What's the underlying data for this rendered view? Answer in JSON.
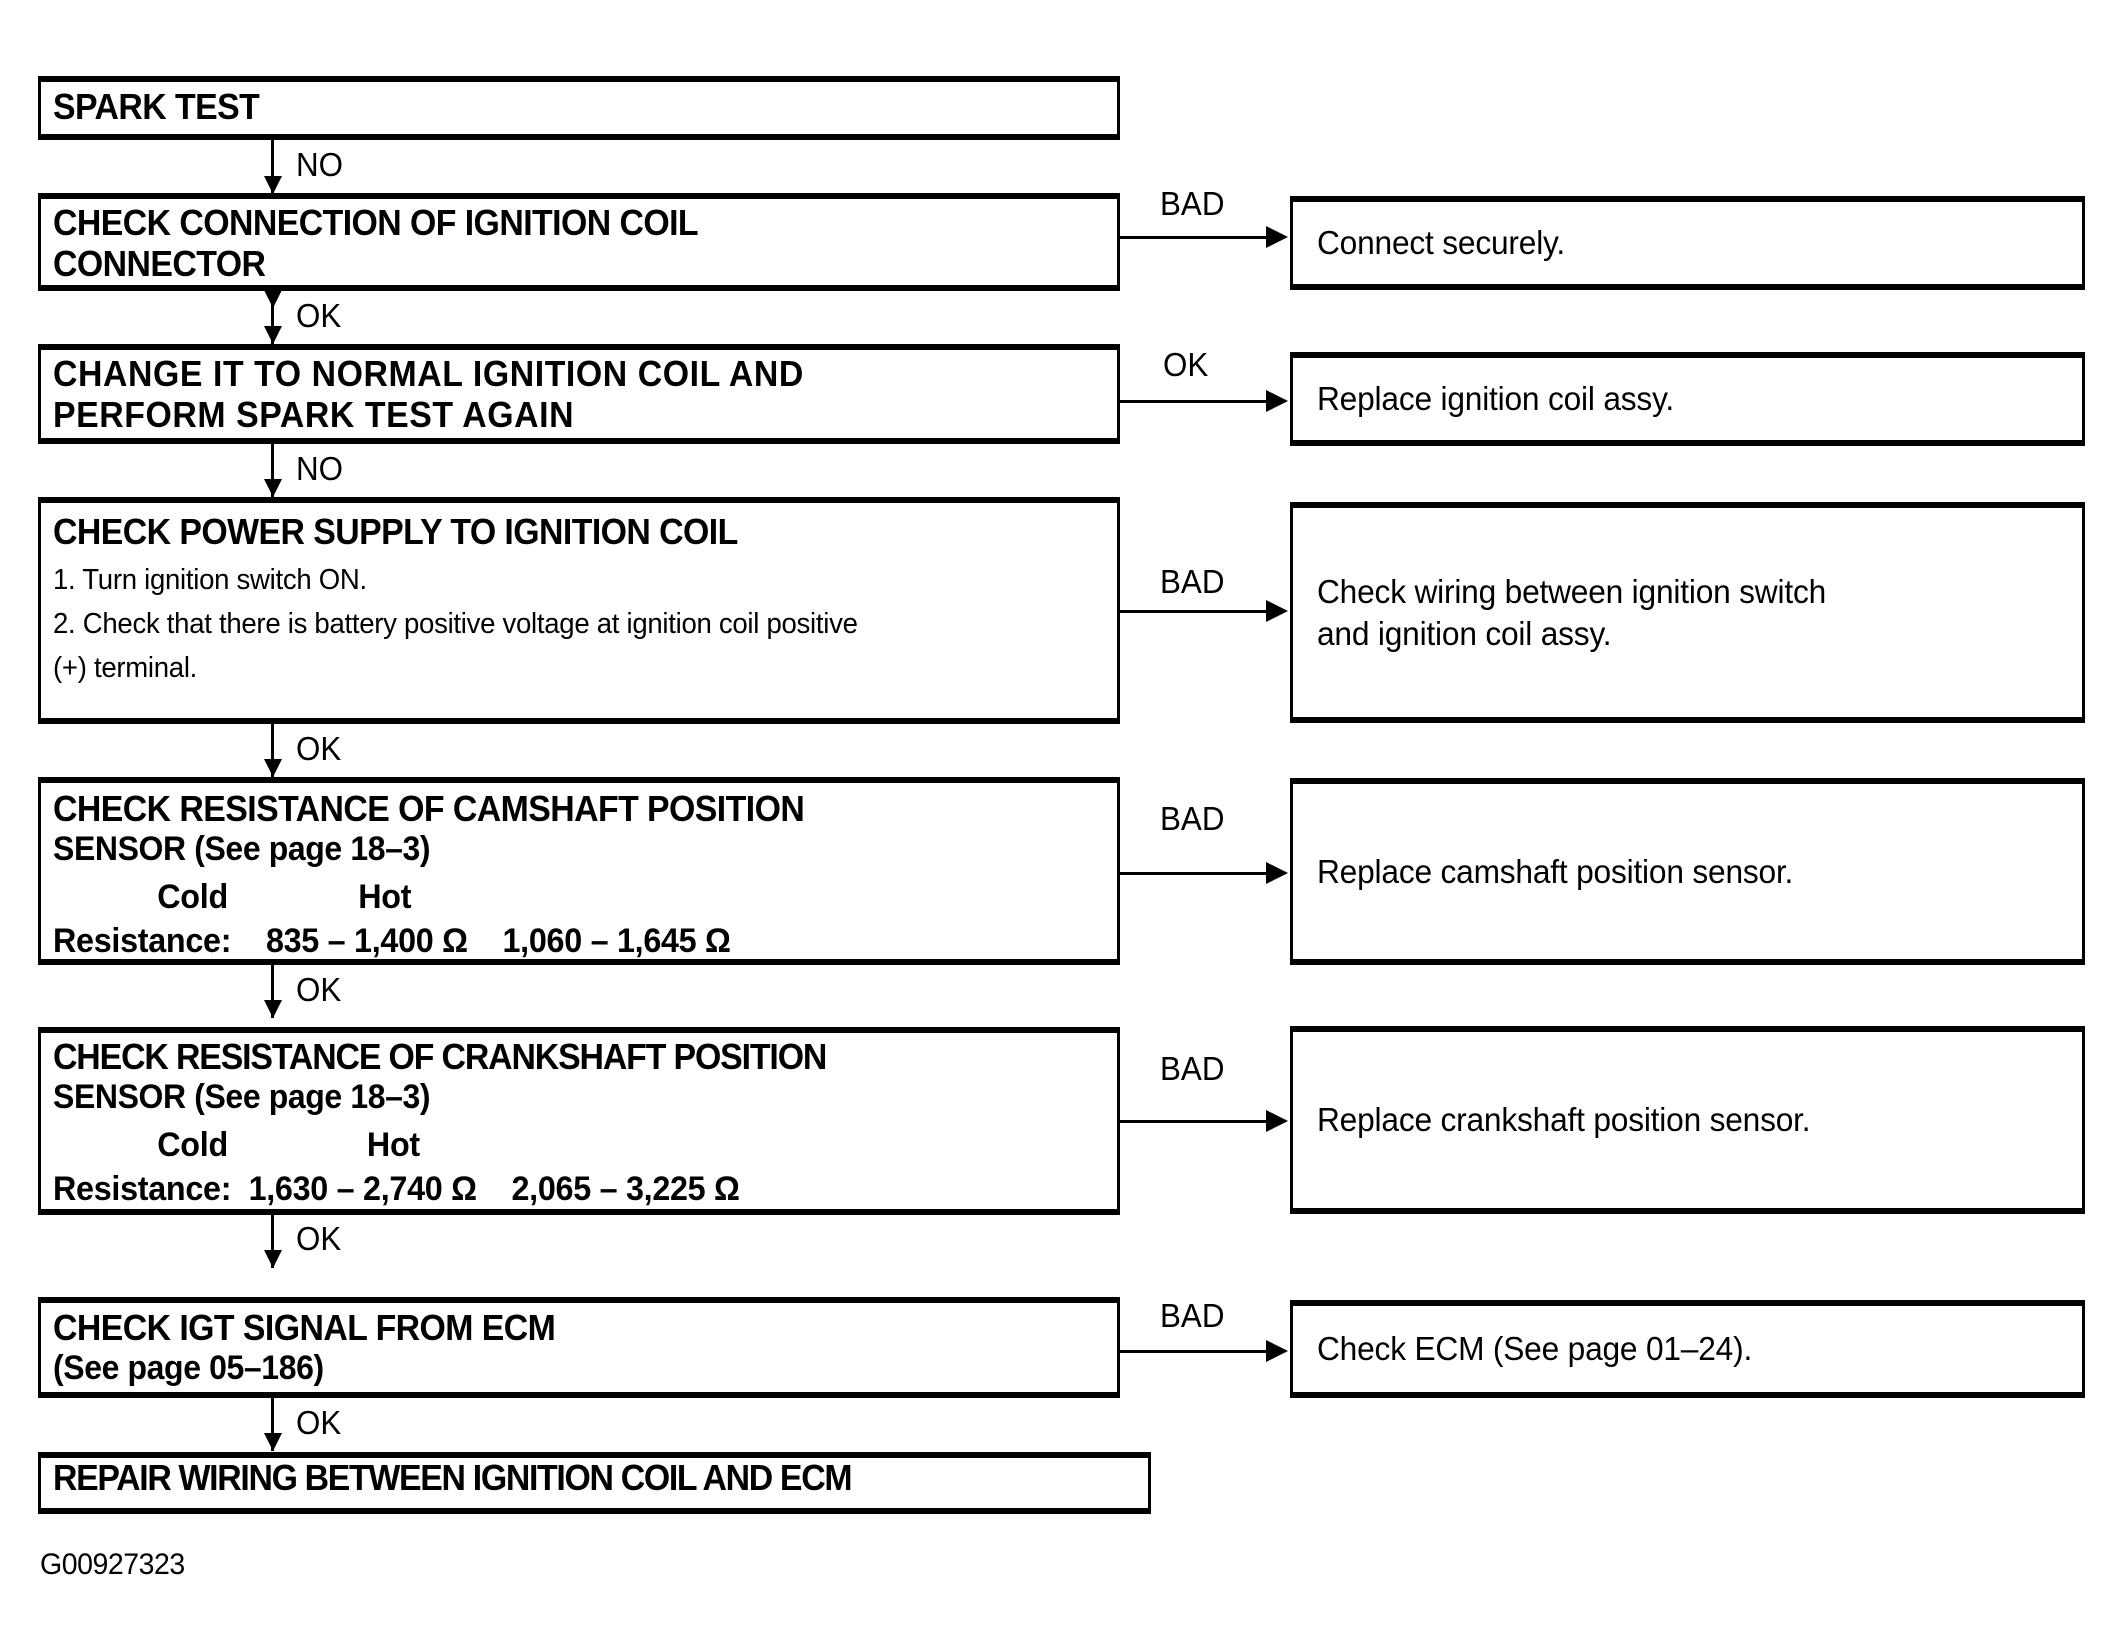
{
  "figure": {
    "id_label": "G00927323",
    "type": "troubleshooting-flowchart"
  },
  "flow": {
    "steps": [
      {
        "key": "spark_test",
        "title": "SPARK TEST",
        "out_label": "NO"
      },
      {
        "key": "check_connection",
        "title": "CHECK CONNECTION OF IGNITION COIL\nCONNECTOR",
        "out_label": "OK",
        "branch_label": "BAD",
        "result": "Connect securely."
      },
      {
        "key": "change_coil",
        "title": "CHANGE IT TO NORMAL IGNITION COIL AND\nPERFORM SPARK TEST AGAIN",
        "out_label": "NO",
        "branch_label": "OK",
        "result": "Replace ignition coil assy."
      },
      {
        "key": "check_power_supply",
        "title": "CHECK POWER SUPPLY TO IGNITION COIL",
        "body_lines": [
          "1. Turn ignition switch ON.",
          "2. Check that there is battery positive voltage at ignition coil positive",
          "(+) terminal."
        ],
        "out_label": "OK",
        "branch_label": "BAD",
        "result": "Check wiring between ignition switch\nand ignition coil assy."
      },
      {
        "key": "check_camshaft_sensor",
        "title": "CHECK RESISTANCE OF CAMSHAFT POSITION",
        "subtitle": "SENSOR (See page 18–3)",
        "table": {
          "col_headers": [
            "Cold",
            "Hot"
          ],
          "row_label": "Resistance:",
          "cold": "835 – 1,400 Ω",
          "hot": "1,060 – 1,645 Ω"
        },
        "out_label": "OK",
        "branch_label": "BAD",
        "result": "Replace camshaft position sensor."
      },
      {
        "key": "check_crankshaft_sensor",
        "title": "CHECK RESISTANCE OF CRANKSHAFT POSITION",
        "subtitle": "SENSOR (See page 18–3)",
        "table": {
          "col_headers": [
            "Cold",
            "Hot"
          ],
          "row_label": "Resistance:",
          "cold": "1,630 – 2,740 Ω",
          "hot": "2,065 – 3,225 Ω"
        },
        "out_label": "OK",
        "branch_label": "BAD",
        "result": "Replace crankshaft position sensor."
      },
      {
        "key": "check_igt_signal",
        "title": "CHECK IGT SIGNAL FROM ECM",
        "subtitle": "(See page 05–186)",
        "out_label": "OK",
        "branch_label": "BAD",
        "result": "Check ECM (See page 01–24)."
      },
      {
        "key": "repair_wiring",
        "title": "REPAIR WIRING BETWEEN IGNITION COIL AND ECM"
      }
    ]
  },
  "table_lines": {
    "camshaft_header": "            Cold               Hot",
    "camshaft_values": "Resistance:    835 – 1,400 Ω    1,060 – 1,645 Ω",
    "crankshaft_header": "            Cold                Hot",
    "crankshaft_values": "Resistance:  1,630 – 2,740 Ω    2,065 – 3,225 Ω"
  },
  "colors": {
    "ink": "#000000",
    "paper": "#ffffff"
  }
}
